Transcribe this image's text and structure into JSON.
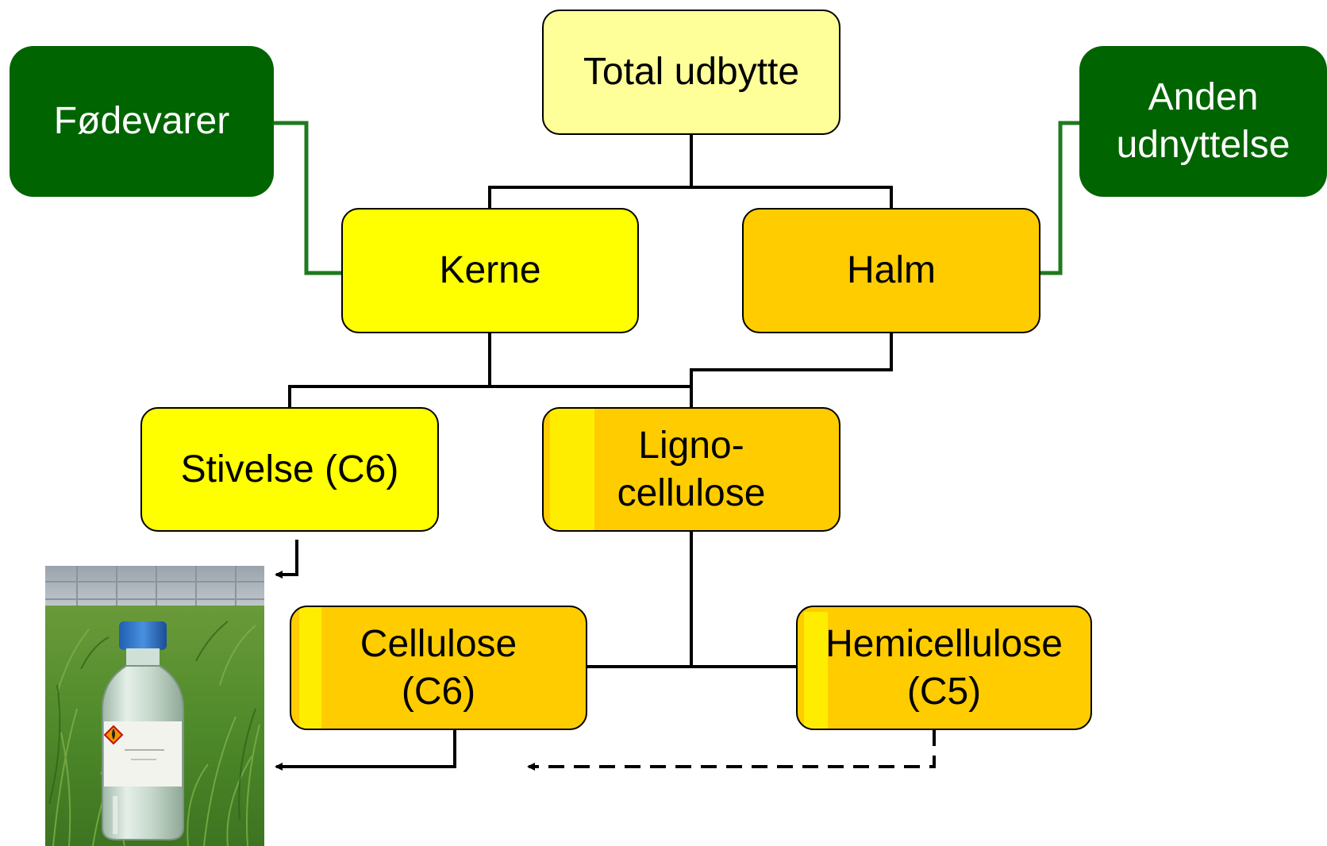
{
  "nodes": {
    "total": "Total udbytte",
    "kerne": "Kerne",
    "halm": "Halm",
    "fodevarer": "Fødevarer",
    "anden": "Anden\nudnyttelse",
    "stivelse": "Stivelse (C6)",
    "ligno": "Ligno-\ncellulose",
    "cellulose": "Cellulose\n(C6)",
    "hemicellulose": "Hemicellulose\n(C5)"
  },
  "photo": {
    "subject": "glass bottle with blue cap standing in grass",
    "icon": "flammable-hazard-label"
  },
  "colors": {
    "dark_green": "#006400",
    "connector_green": "#1f7a1f",
    "pale_yellow": "#ffff99",
    "yellow": "#ffff00",
    "orange": "#ffcc00",
    "line": "#000000"
  }
}
